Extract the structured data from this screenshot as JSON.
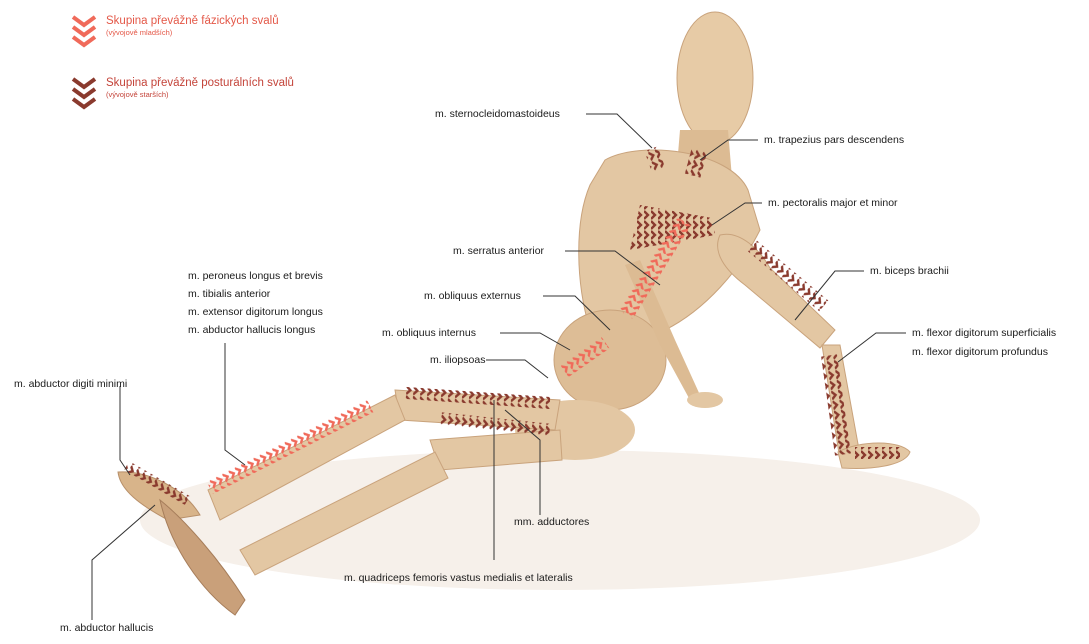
{
  "colors": {
    "phasic": "#f06a5a",
    "postural": "#8a3a2e",
    "wood": "#e3c7a3",
    "line": "#333333"
  },
  "legend": {
    "phasic": {
      "title": "Skupina převážně fázických svalů",
      "subtitle": "(vývojově mladších)",
      "icon": "chevron-stack-light-icon"
    },
    "postural": {
      "title": "Skupina převážně posturálních svalů",
      "subtitle": "(vývojově starších)",
      "icon": "chevron-stack-dark-icon"
    }
  },
  "labels": {
    "sternocleidomastoideus": "m. sternocleidomastoideus",
    "trapezius": "m. trapezius pars descendens",
    "pectoralis": "m. pectoralis major et minor",
    "serratus": "m. serratus anterior",
    "obliquus_externus": "m. obliquus externus",
    "obliquus_internus": "m. obliquus internus",
    "iliopsoas": "m. iliopsoas",
    "biceps": "m. biceps brachii",
    "flexor_superficialis": "m. flexor digitorum superficialis",
    "flexor_profundus": "m. flexor digitorum profundus",
    "peroneus": "m. peroneus longus et brevis",
    "tibialis": "m. tibialis anterior",
    "extensor": "m. extensor digitorum longus",
    "abductor_hallucis_longus": "m. abductor hallucis longus",
    "abductor_digiti": "m. abductor digiti minimi",
    "adductores": "mm. adductores",
    "quadriceps": "m. quadriceps femoris vastus medialis et lateralis",
    "abductor_hallucis": "m. abductor hallucis"
  }
}
